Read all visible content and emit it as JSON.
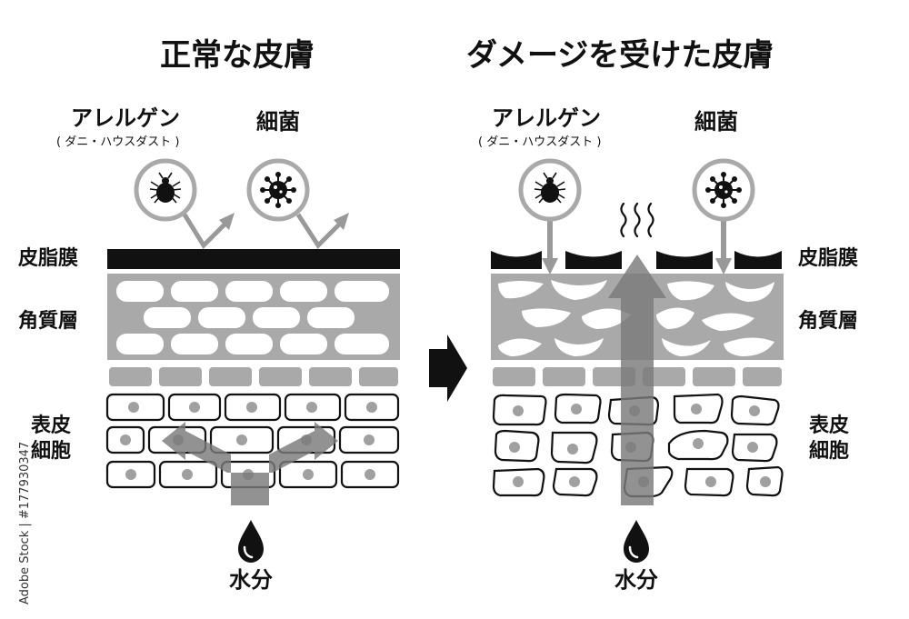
{
  "normal": {
    "title": "正常な皮膚",
    "allergen": "アレルゲン",
    "allergen_note": "( ダニ・ハウスダスト )",
    "bacteria": "細菌",
    "sebum": "皮脂膜",
    "stratum": "角質層",
    "epidermis_line1": "表皮",
    "epidermis_line2": "細胞",
    "water": "水分"
  },
  "damaged": {
    "title": "ダメージを受けた皮膚",
    "allergen": "アレルゲン",
    "allergen_note": "( ダニ・ハウスダスト )",
    "bacteria": "細菌",
    "sebum": "皮脂膜",
    "stratum": "角質層",
    "epidermis_line1": "表皮",
    "epidermis_line2": "細胞",
    "water": "水分"
  },
  "stock_id": "Adobe Stock | #177930347",
  "colors": {
    "ink": "#111111",
    "gray": "#a9a9a9",
    "mid": "#8c8c8c",
    "cell": "#ffffff"
  },
  "icons": [
    "mite-icon",
    "bacteria-icon",
    "water-drop-icon",
    "heat-wave-icon",
    "right-arrow-icon"
  ]
}
